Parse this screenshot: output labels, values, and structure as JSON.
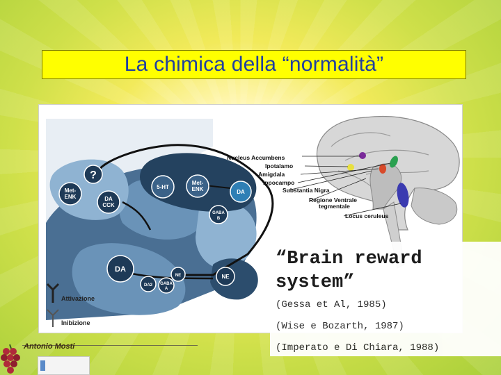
{
  "slide": {
    "title": "La chimica della “normalità”",
    "colors": {
      "title_bg": "#ffff00",
      "title_text": "#2040a0",
      "background": "#e6e652"
    }
  },
  "figure": {
    "brain_labels": [
      "Nucleus Accumbens",
      "Ipotalamo",
      "Amigdala",
      "Ippocampo",
      "Substantia Nigra",
      "Regione Ventrale",
      "tegmentale",
      "Locus ceruleus"
    ],
    "nodes": {
      "q": "?",
      "met_enk_left": [
        "Met-",
        "ENK"
      ],
      "da_cck": [
        "DA",
        "CCK"
      ],
      "ht5": "5-HT",
      "met_enk_right": [
        "Met-",
        "ENK"
      ],
      "da_top": "DA",
      "gaba_top": [
        "GABA",
        "B"
      ],
      "da_bottom": "DA",
      "ne_small": "NE",
      "da2": "DA2",
      "gaba_a": [
        "GABA",
        "A"
      ],
      "ne_right": "NE"
    },
    "legend": {
      "activation": "Attivazione",
      "inhibition": "Inibizione"
    }
  },
  "callout": {
    "heading_line1": "“Brain reward",
    "heading_line2": "system”",
    "refs": [
      "(Gessa et Al, 1985)",
      "(Wise e Bozarth, 1987)",
      "(Imperato e Di Chiara, 1988)"
    ]
  },
  "footer": {
    "author": "Antonio Mosti"
  },
  "icons": [
    "grapes-icon",
    "logo-icon",
    "activation-icon",
    "inhibition-icon"
  ]
}
